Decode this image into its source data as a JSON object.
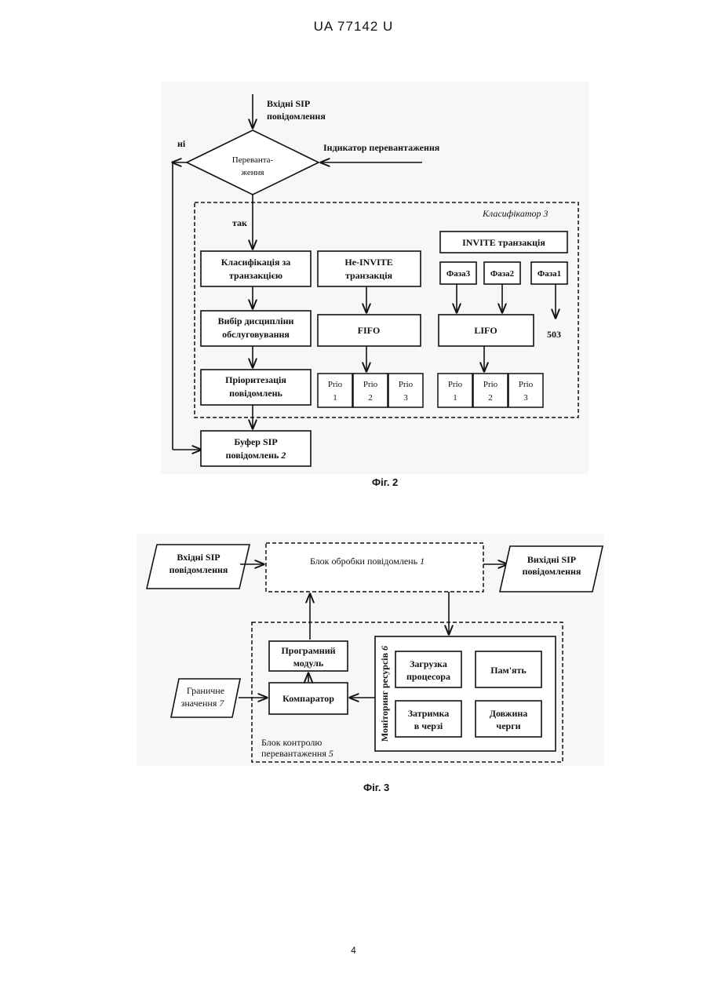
{
  "header": "UA   77142   U",
  "page_number": "4",
  "fig2": {
    "caption": "Фіг. 2",
    "input_l1": "Вхідні SIP",
    "input_l2": "повідомлення",
    "no_label": "ні",
    "yes_label": "так",
    "decision_l1": "Перевантa-",
    "decision_l2": "ження",
    "indicator": "Індикатор перевантаження",
    "classifier_label": "Класифікатор",
    "classifier_num": "3",
    "class_tr_l1": "Класифікація за",
    "class_tr_l2": "транзакцією",
    "choose_l1": "Вибір дисципліни",
    "choose_l2": "обслуговування",
    "prio_msg_l1": "Пріоритезація",
    "prio_msg_l2": "повідомлень",
    "buffer_l1": "Буфер SIP",
    "buffer_l2": "повідомлень",
    "buffer_num": "2",
    "noninvite_l1": "Не-INVITE",
    "noninvite_l2": "транзакція",
    "fifo": "FIFO",
    "invite": "INVITE транзакція",
    "phase3": "Фаза3",
    "phase2": "Фаза2",
    "phase1": "Фаза1",
    "code503": "503",
    "lifo": "LIFO",
    "prio_word": "Prio",
    "prio_nums": [
      "1",
      "2",
      "3"
    ]
  },
  "fig3": {
    "caption": "Фіг. 3",
    "in_l1": "Вхідні SIP",
    "in_l2": "повідомлення",
    "proc_block": "Блок обробки повідомлень",
    "proc_num": "1",
    "out_l1": "Вихідні SIP",
    "out_l2": "повідомлення",
    "prog_l1": "Програмний",
    "prog_l2": "модуль",
    "comparator": "Компаратор",
    "limit_l1": "Граничне",
    "limit_l2": "значення",
    "limit_num": "7",
    "monitor": "Моніторинг ресурсів",
    "monitor_num": "6",
    "cpu_l1": "Загрузка",
    "cpu_l2": "процесора",
    "mem": "Пам'ять",
    "delay_l1": "Затримка",
    "delay_l2": "в черзі",
    "qlen_l1": "Довжина",
    "qlen_l2": "черги",
    "ctrl_l1": "Блок контролю",
    "ctrl_l2": "перевантаження",
    "ctrl_num": "5"
  }
}
